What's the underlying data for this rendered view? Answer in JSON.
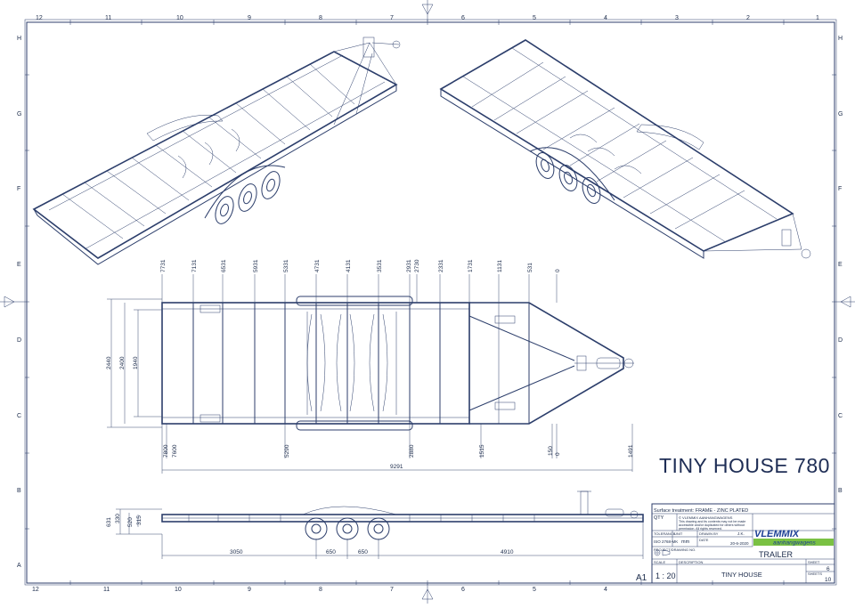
{
  "drawing_title": "TINY HOUSE 780",
  "grid": {
    "columns_top": [
      "12",
      "11",
      "10",
      "9",
      "8",
      "7",
      "6",
      "5",
      "4",
      "3",
      "2",
      "1"
    ],
    "rows_left": [
      "H",
      "G",
      "F",
      "E",
      "D",
      "C",
      "B",
      "A"
    ]
  },
  "plan_view": {
    "top_dimensions": [
      "7731",
      "7131",
      "6531",
      "5931",
      "5331",
      "4731",
      "4131",
      "3531",
      "2931",
      "2730",
      "2331",
      "1731",
      "1131",
      "531",
      "0"
    ],
    "bottom_dimensions": [
      "7800",
      "7600",
      "5290",
      "2880",
      "1515",
      "150",
      "0",
      "1491"
    ],
    "overall_length": "9291",
    "width_dimensions": [
      "2440",
      "2400",
      "1940"
    ]
  },
  "side_view": {
    "height_dimensions": [
      "631",
      "520",
      "315",
      "330"
    ],
    "length_dimensions": [
      "3050",
      "650",
      "650",
      "4910"
    ]
  },
  "title_block": {
    "surface_treatment": "Surface treatment: FRAME - ZINC PLATED",
    "qty_label": "QTY",
    "copyright_line": "© VLEMMIX AANHANGWAGENS",
    "notice_text": "This drawing and its contents may not be made accessible and/or duplicated for others without permission. All rights reserved.",
    "tolerance_label": "TOLERANCE",
    "iso_label": "ISO 2768-MK",
    "unit_label": "UNIT",
    "unit_value": "mm",
    "drawn_by_label": "DRAWN BY",
    "drawn_by_value": "J.K.",
    "date_label": "DATE",
    "date_value": "20-6-2020",
    "project_label": "PROJECT/DRAWING NO.",
    "project_value": "TRAILER",
    "scale_label": "SCALE",
    "scale_value": "1 : 20",
    "description_label": "DESCRIPTION",
    "description_value": "TINY HOUSE",
    "sheet_label": "SHEET",
    "sheet_value": "6",
    "sheets_label": "SHEETS",
    "sheets_value": "10",
    "paper_size": "A1",
    "logo_brand": "VLEMMIX",
    "logo_sub": "aanhangwagens"
  },
  "colors": {
    "line": "#2c3e6b",
    "logo_blue": "#1c3f94",
    "logo_green": "#7ac143"
  }
}
